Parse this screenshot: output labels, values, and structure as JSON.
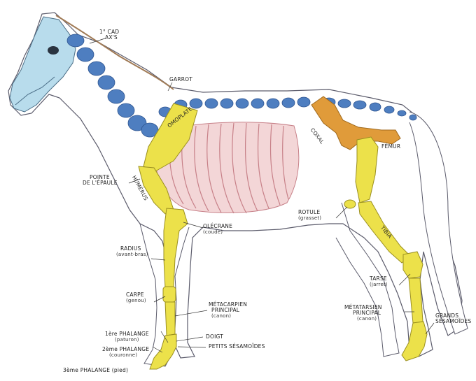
{
  "colors": {
    "outline": "#5b5b6b",
    "head_blue": "#b8dcec",
    "spine_blue": "#4e7ec0",
    "bone_yellow": "#ece14a",
    "pelvis_orange": "#e09b3a",
    "rib_pink": "#e3a0a4",
    "mane": "#a07a55"
  },
  "labels": {
    "atlas_line1": "1° CAD",
    "atlas_line2": "AX'S",
    "garrot": "GARROT",
    "omoplate": "OMOPLATE",
    "coxal": "COXAL",
    "femur": "FÉMUR",
    "pointe_line1": "POINTE",
    "pointe_line2": "DE L'ÉPAULE",
    "humerus": "HUMÉRUS",
    "rotule_line1": "ROTULE",
    "rotule_line2": "(grasset)",
    "olecrane_line1": "OLÉCRANE",
    "olecrane_line2": "(coude)",
    "radius_line1": "RADIUS",
    "radius_line2": "(avant-bras)",
    "tibia": "TIBIA",
    "tarse_line1": "TARSE",
    "tarse_line2": "(jarret)",
    "carpe_line1": "CARPE",
    "carpe_line2": "(genou)",
    "metacarpien_line1": "MÉTACARPIEN",
    "metacarpien_line2": "PRINCIPAL",
    "metacarpien_line3": "(canon)",
    "metatarsien_line1": "MÉTATARSIEN",
    "metatarsien_line2": "PRINCIPAL",
    "metatarsien_line3": "(canon)",
    "grands_line1": "GRANDS",
    "grands_line2": "SÉSAMOÏDES",
    "phalange1_line1": "1ère PHALANGE",
    "phalange1_line2": "(paturon)",
    "phalange2_line1": "2ème PHALANGE",
    "phalange2_line2": "(couronne)",
    "doigt": "DOIGT",
    "petits_sesamoides": "PETITS SÉSAMOÏDES",
    "phalange3": "3ème PHALANGE (pied)"
  }
}
